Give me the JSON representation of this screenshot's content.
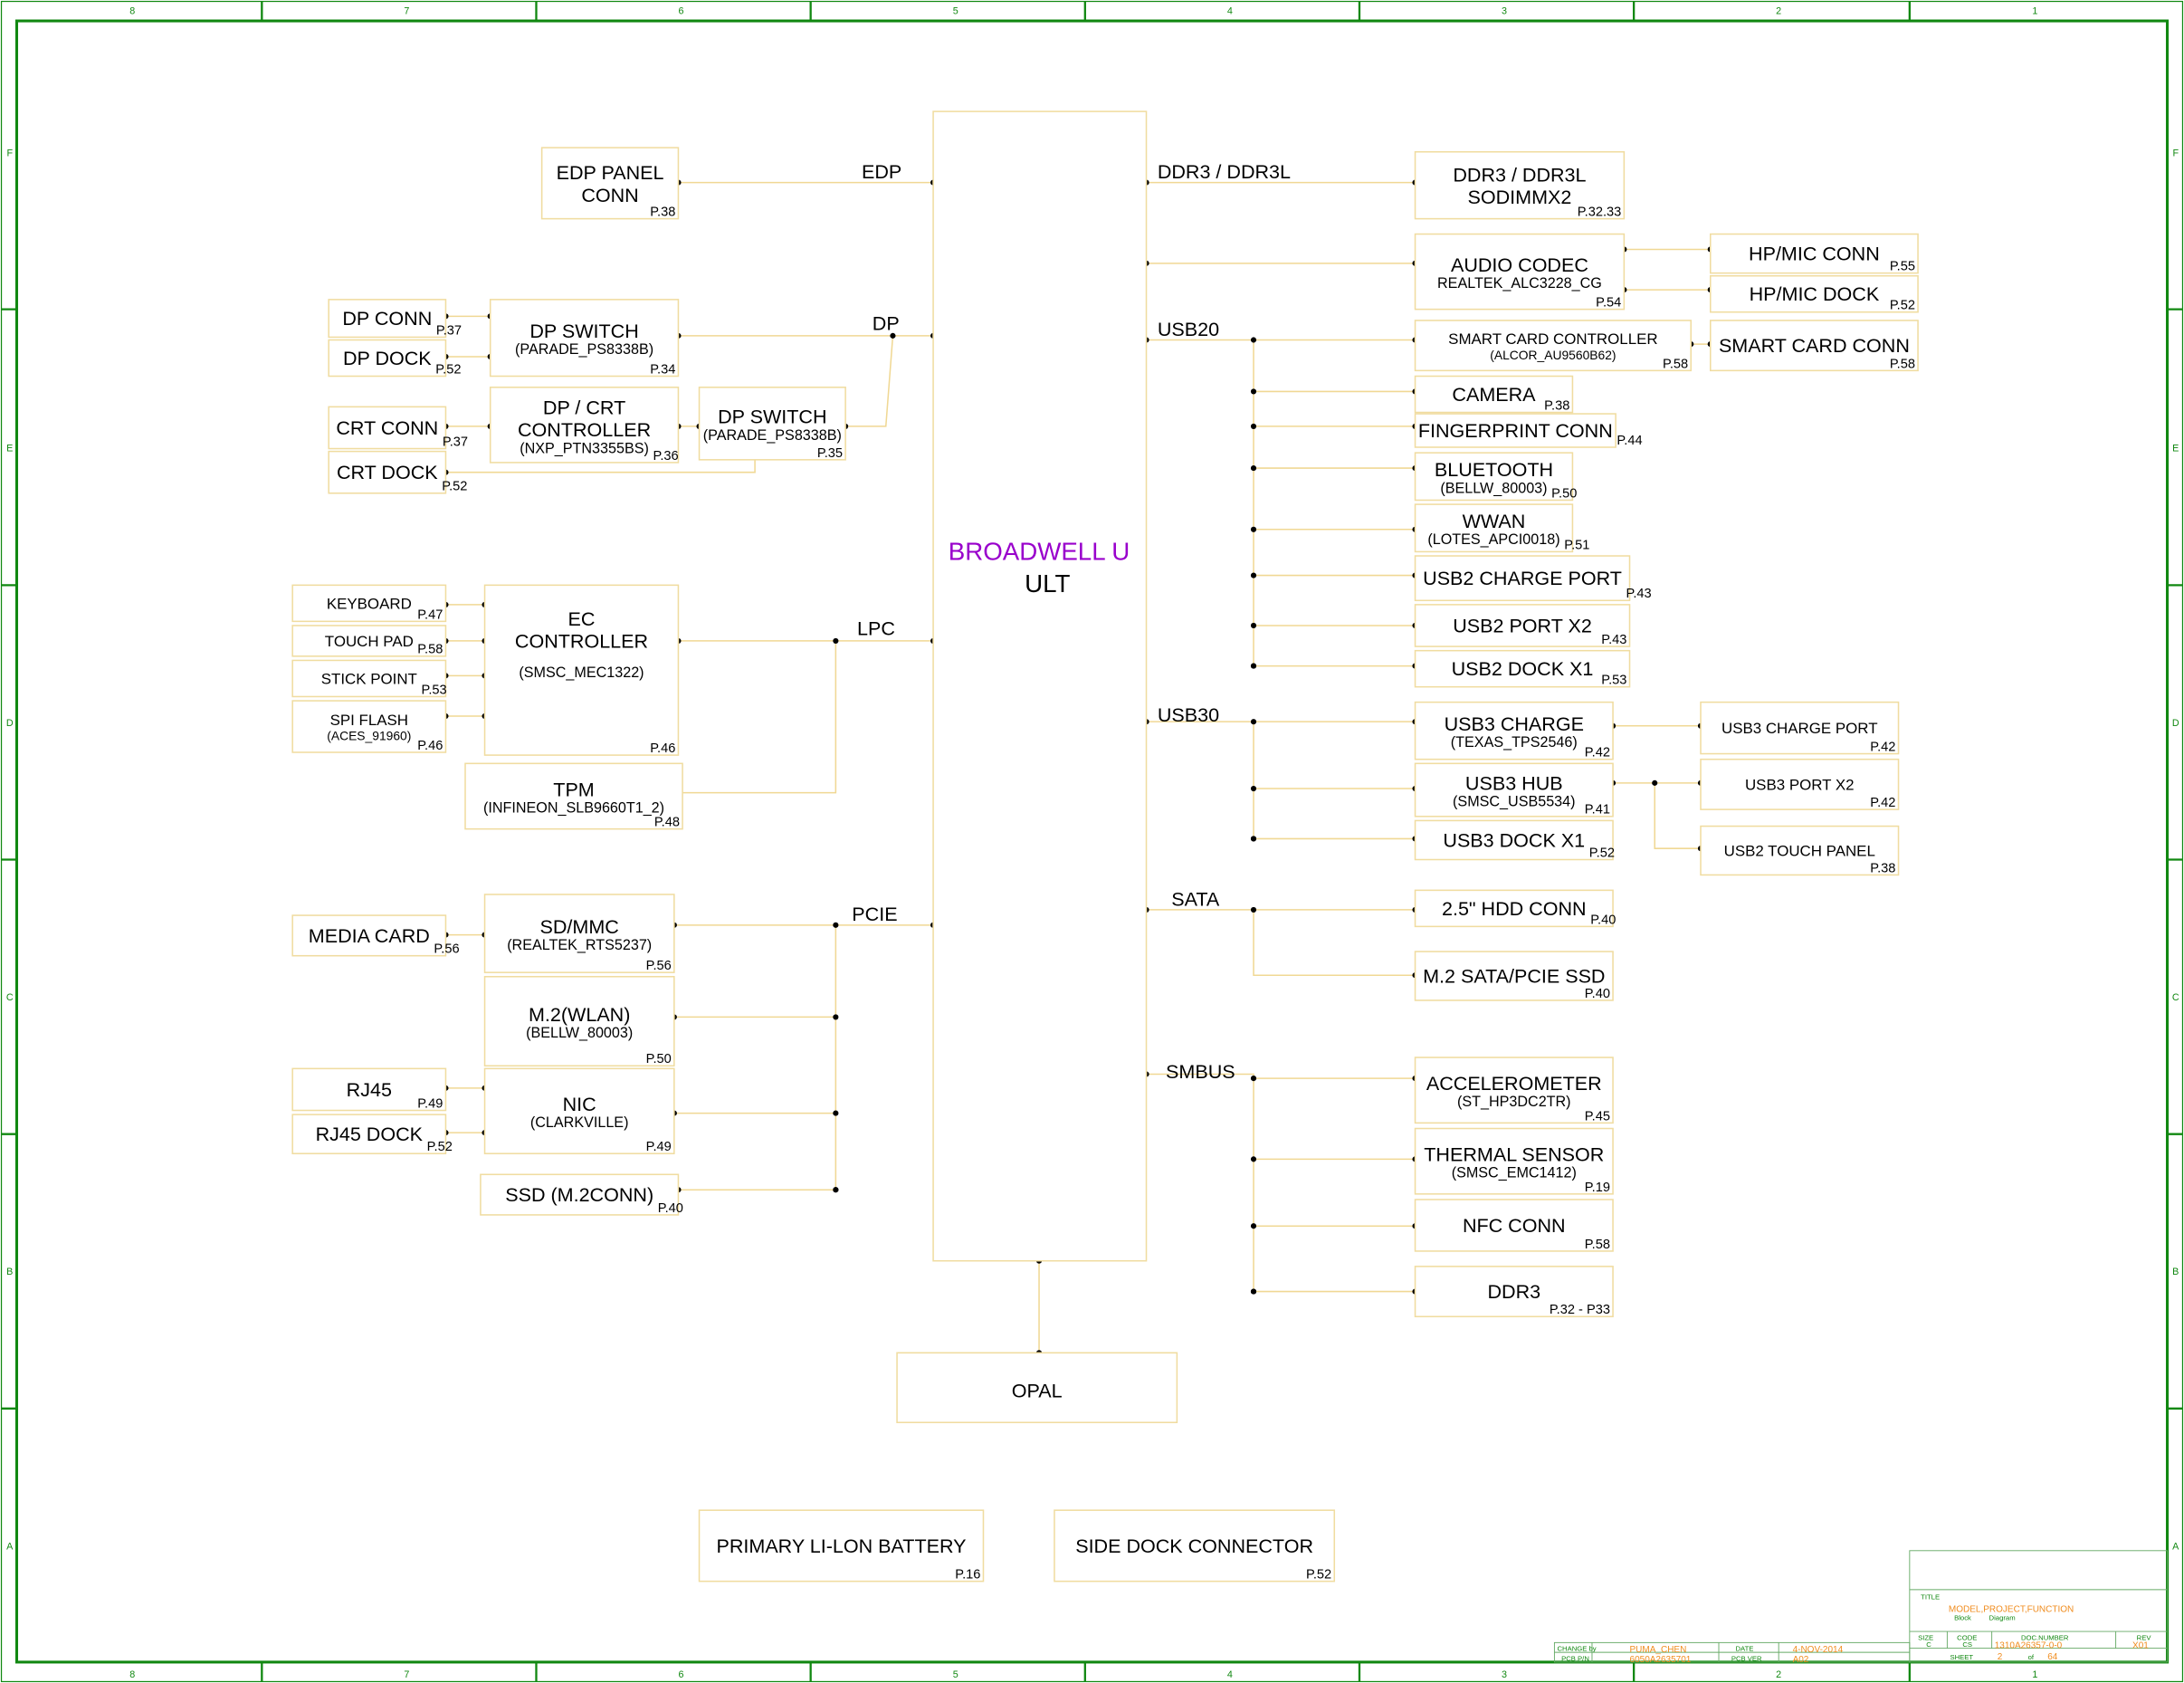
{
  "frame": {
    "columns": [
      "8",
      "7",
      "6",
      "5",
      "4",
      "3",
      "2",
      "1"
    ],
    "rows": [
      "F",
      "E",
      "D",
      "C",
      "B",
      "A"
    ]
  },
  "colors": {
    "frame": "#118811",
    "wire": "#f0d894",
    "cpu_accent": "#9900cc",
    "title_value": "#f08c1e"
  },
  "cpu": {
    "line1": "BROADWELL U",
    "line2": "ULT"
  },
  "buses": {
    "edp": "EDP",
    "dp": "DP",
    "lpc": "LPC",
    "pcie": "PCIE",
    "ddr": "DDR3 / DDR3L",
    "usb20": "USB20",
    "usb30": "USB30",
    "sata": "SATA",
    "smbus": "SMBUS"
  },
  "blocks": {
    "edp_panel": {
      "title": [
        "EDP PANEL",
        "CONN"
      ],
      "page": "P.38"
    },
    "dp_conn": {
      "title": [
        "DP CONN"
      ],
      "page": "P.37"
    },
    "dp_dock": {
      "title": [
        "DP DOCK"
      ],
      "page": "P.52"
    },
    "dp_switch1": {
      "title": [
        "DP SWITCH"
      ],
      "sub": "(PARADE_PS8338B)",
      "page": "P.34"
    },
    "crt_conn": {
      "title": [
        "CRT CONN"
      ],
      "page": "P.37"
    },
    "crt_dock": {
      "title": [
        "CRT DOCK"
      ],
      "page": "P.52"
    },
    "dp_crt": {
      "title": [
        "DP / CRT",
        "CONTROLLER"
      ],
      "sub": "(NXP_PTN3355BS)",
      "page": "P.36"
    },
    "dp_switch2": {
      "title": [
        "DP SWITCH"
      ],
      "sub": "(PARADE_PS8338B)",
      "page": "P.35"
    },
    "keyboard": {
      "title": [
        "KEYBOARD"
      ],
      "page": "P.47"
    },
    "touchpad": {
      "title": [
        "TOUCH PAD"
      ],
      "page": "P.58"
    },
    "stickpoint": {
      "title": [
        "STICK POINT"
      ],
      "page": "P.53"
    },
    "spiflash": {
      "title": [
        "SPI FLASH"
      ],
      "sub": "(ACES_91960)",
      "page": "P.46"
    },
    "ec": {
      "title": [
        "EC",
        "CONTROLLER"
      ],
      "sub": "(SMSC_MEC1322)",
      "page": "P.46"
    },
    "tpm": {
      "title": [
        "TPM"
      ],
      "sub": "(INFINEON_SLB9660T1_2)",
      "page": "P.48"
    },
    "media_card": {
      "title": [
        "MEDIA CARD"
      ],
      "page": "P.56"
    },
    "sdmmc": {
      "title": [
        "SD/MMC"
      ],
      "sub": "(REALTEK_RTS5237)",
      "page": "P.56"
    },
    "m2wlan": {
      "title": [
        "M.2(WLAN)"
      ],
      "sub": "(BELLW_80003)",
      "page": "P.50"
    },
    "rj45": {
      "title": [
        "RJ45"
      ],
      "page": "P.49"
    },
    "rj45_dock": {
      "title": [
        "RJ45 DOCK"
      ],
      "page": "P.52"
    },
    "nic": {
      "title": [
        "NIC"
      ],
      "sub": "(CLARKVILLE)",
      "page": "P.49"
    },
    "ssd": {
      "title": [
        "SSD (M.2CONN)"
      ],
      "page": "P.40"
    },
    "opal": {
      "title": [
        "OPAL"
      ]
    },
    "battery": {
      "title": [
        "PRIMARY LI-LON BATTERY"
      ],
      "page": "P.16"
    },
    "side_dock": {
      "title": [
        "SIDE DOCK CONNECTOR"
      ],
      "page": "P.52"
    },
    "ddr_sodimm": {
      "title": [
        "DDR3 / DDR3L",
        "SODIMMX2"
      ],
      "page": "P.32.33"
    },
    "audio": {
      "title": [
        "AUDIO CODEC"
      ],
      "sub": "REALTEK_ALC3228_CG",
      "page": "P.54"
    },
    "hpmic": {
      "title": [
        "HP/MIC CONN"
      ],
      "page": "P.55"
    },
    "hpmic_dock": {
      "title": [
        "HP/MIC DOCK"
      ],
      "page": "P.52"
    },
    "smartcard_ctl": {
      "title": [
        "SMART CARD CONTROLLER"
      ],
      "sub": "(ALCOR_AU9560B62)",
      "page": "P.58"
    },
    "smartcard_conn": {
      "title": [
        "SMART CARD CONN"
      ],
      "page": "P.58"
    },
    "camera": {
      "title": [
        "CAMERA"
      ],
      "page": "P.38"
    },
    "fingerprint": {
      "title": [
        "FINGERPRINT CONN"
      ],
      "page": "P.44"
    },
    "bluetooth": {
      "title": [
        "BLUETOOTH"
      ],
      "sub": "(BELLW_80003)",
      "page": "P.50"
    },
    "wwan": {
      "title": [
        "WWAN"
      ],
      "sub": "(LOTES_APCI0018)",
      "page": "P.51"
    },
    "usb2_charge": {
      "title": [
        "USB2 CHARGE PORT"
      ],
      "page": "P.43"
    },
    "usb2_portx2": {
      "title": [
        "USB2 PORT X2"
      ],
      "page": "P.43"
    },
    "usb2_dock": {
      "title": [
        "USB2 DOCK X1"
      ],
      "page": "P.53"
    },
    "usb3_charge": {
      "title": [
        "USB3 CHARGE"
      ],
      "sub": "(TEXAS_TPS2546)",
      "page": "P.42"
    },
    "usb3_hub": {
      "title": [
        "USB3 HUB"
      ],
      "sub": "(SMSC_USB5534)",
      "page": "P.41"
    },
    "usb3_dock": {
      "title": [
        "USB3 DOCK X1"
      ],
      "page": "P.52"
    },
    "usb3_charge_port": {
      "title": [
        "USB3 CHARGE PORT"
      ],
      "page": "P.42"
    },
    "usb3_portx2": {
      "title": [
        "USB3 PORT X2"
      ],
      "page": "P.42"
    },
    "usb2_touch_panel": {
      "title": [
        "USB2 TOUCH PANEL"
      ],
      "page": "P.38"
    },
    "hdd": {
      "title": [
        "2.5\" HDD CONN"
      ],
      "page": "P.40"
    },
    "m2_sata": {
      "title": [
        "M.2 SATA/PCIE SSD"
      ],
      "page": "P.40"
    },
    "accel": {
      "title": [
        "ACCELEROMETER"
      ],
      "sub": "(ST_HP3DC2TR)",
      "page": "P.45"
    },
    "thermal": {
      "title": [
        "THERMAL SENSOR"
      ],
      "sub": "(SMSC_EMC1412)",
      "page": "P.19"
    },
    "nfc": {
      "title": [
        "NFC CONN"
      ],
      "page": "P.58"
    },
    "ddr3_smbus": {
      "title": [
        "DDR3"
      ],
      "page": "P.32  - P33"
    }
  },
  "title_block": {
    "title_label": "TITLE",
    "title": "MODEL,PROJECT,FUNCTION",
    "subtitle_1": "Block",
    "subtitle_2": "Diagram",
    "size_label": "SIZE",
    "size": "C",
    "code_label": "CODE",
    "code": "CS",
    "doc_label": "DOC.NUMBER",
    "doc": "1310A26357-0-0",
    "rev_label": "REV",
    "rev": "X01",
    "sheet_label": "SHEET",
    "sheet": "2",
    "of_label": "of",
    "sheet_total": "64",
    "change_by_label": "CHANGE by",
    "change_by": "PUMA_CHEN",
    "date_label": "DATE",
    "date": "4-NOV-2014",
    "pcb_pn_label": "PCB P/N",
    "pcb_pn": "6050A2635701",
    "pcb_ver_label": "PCB VER",
    "pcb_ver": "A02"
  }
}
